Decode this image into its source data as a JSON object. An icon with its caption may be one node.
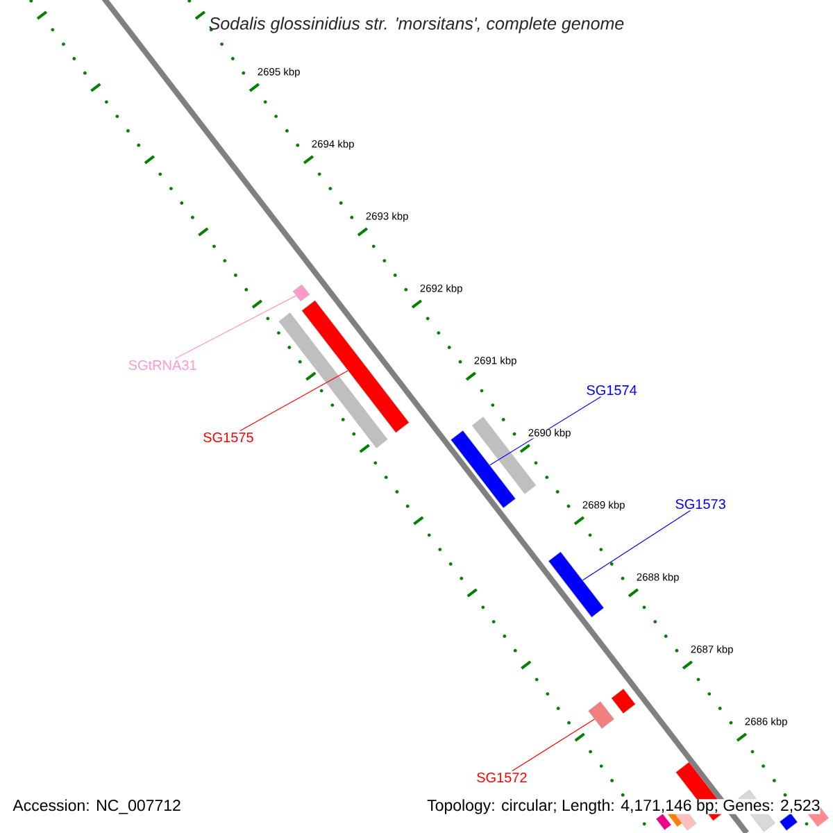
{
  "diagram": {
    "title": "*Sodalis glossinidius* str. 'morsitans', complete genome",
    "nodes": [
      {
        "text": [
          "SGtRNA31"
        ]
      },
      {
        "text": [],
        "shape": "bar"
      },
      {
        "text": [
          "SG1575"
        ]
      },
      {
        "text": [],
        "shape": "bar"
      },
      {
        "text": [
          "SG1574"
        ]
      },
      {
        "text": [],
        "shape": "bar"
      },
      {
        "text": [
          "SG1573"
        ]
      },
      {
        "text": [],
        "shape": "bar"
      },
      {
        "text": [
          "SG1572"
        ]
      },
      {
        "text": [],
        "shape": "bar"
      }
    ],
    "edges": [
      {
        "from": 0,
        "to": 1,
        "arrow": "none",
        "color": "#ff99cc"
      },
      {
        "from": 2,
        "to": 3,
        "arrow": "none",
        "color": "#ff0000"
      },
      {
        "from": 4,
        "to": 5,
        "arrow": "none",
        "color": "#0000ff"
      },
      {
        "from": 6,
        "to": 7,
        "arrow": "none",
        "color": "#0000ff"
      },
      {
        "from": 8,
        "to": 9,
        "arrow": "none",
        "color": "#ff0000"
      }
    ],
    "labels": [
      "2695 kbp",
      "2694 kbp",
      "2693 kbp",
      "2692 kbp",
      "2691 kbp",
      "2690 kbp",
      "2689 kbp",
      "2688 kbp",
      "2687 kbp",
      "2686 kbp",
      "Accession: NC_007712",
      "Topology: circular; Length: 4,171,146 bp; Genes: 2,523"
    ]
  }
}
